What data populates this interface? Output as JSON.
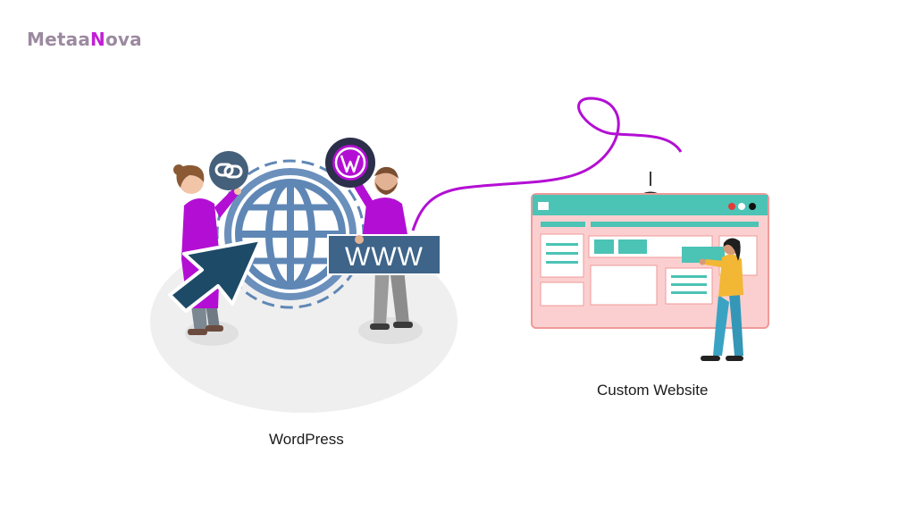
{
  "brand": {
    "name_part1": "Metaa",
    "name_accent": "N",
    "name_part2": "ova"
  },
  "captions": {
    "wordpress": "WordPress",
    "custom_website": "Custom Website"
  },
  "www_sign": "WWW",
  "colors": {
    "purple": "#b30fd4",
    "globe_blue": "#5f87b5",
    "navy": "#2b4d67",
    "teal": "#4bc3b5",
    "pink": "#f7c6c6",
    "yellow": "#f3b736"
  }
}
